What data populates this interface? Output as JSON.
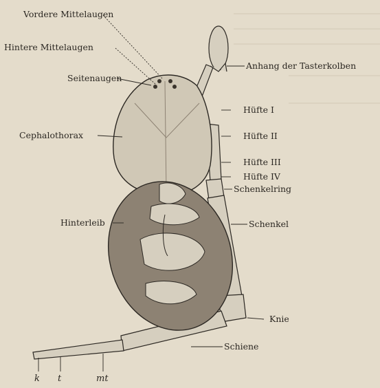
{
  "labels": {
    "vordere_mittelaugen": "Vordere Mittelaugen",
    "hintere_mittelaugen": "Hintere Mittelaugen",
    "seitenaugen": "Seitenaugen",
    "anhang_tasterkolben": "Anhang der Tasterkolben",
    "huefte_1": "Hüfte I",
    "cephalothorax": "Cephalothorax",
    "huefte_2": "Hüfte II",
    "huefte_3": "Hüfte III",
    "huefte_4": "Hüfte IV",
    "schenkelring": "Schenkelring",
    "hinterleib": "Hinterleib",
    "schenkel": "Schenkel",
    "knie": "Knie",
    "schiene": "Schiene",
    "k": "k",
    "t": "t",
    "mt": "mt"
  },
  "colors": {
    "paper": "#e4dccb",
    "ink": "#2b2722",
    "body_fill": "#cfc6b4",
    "abdomen_dark": "#8d8273"
  }
}
